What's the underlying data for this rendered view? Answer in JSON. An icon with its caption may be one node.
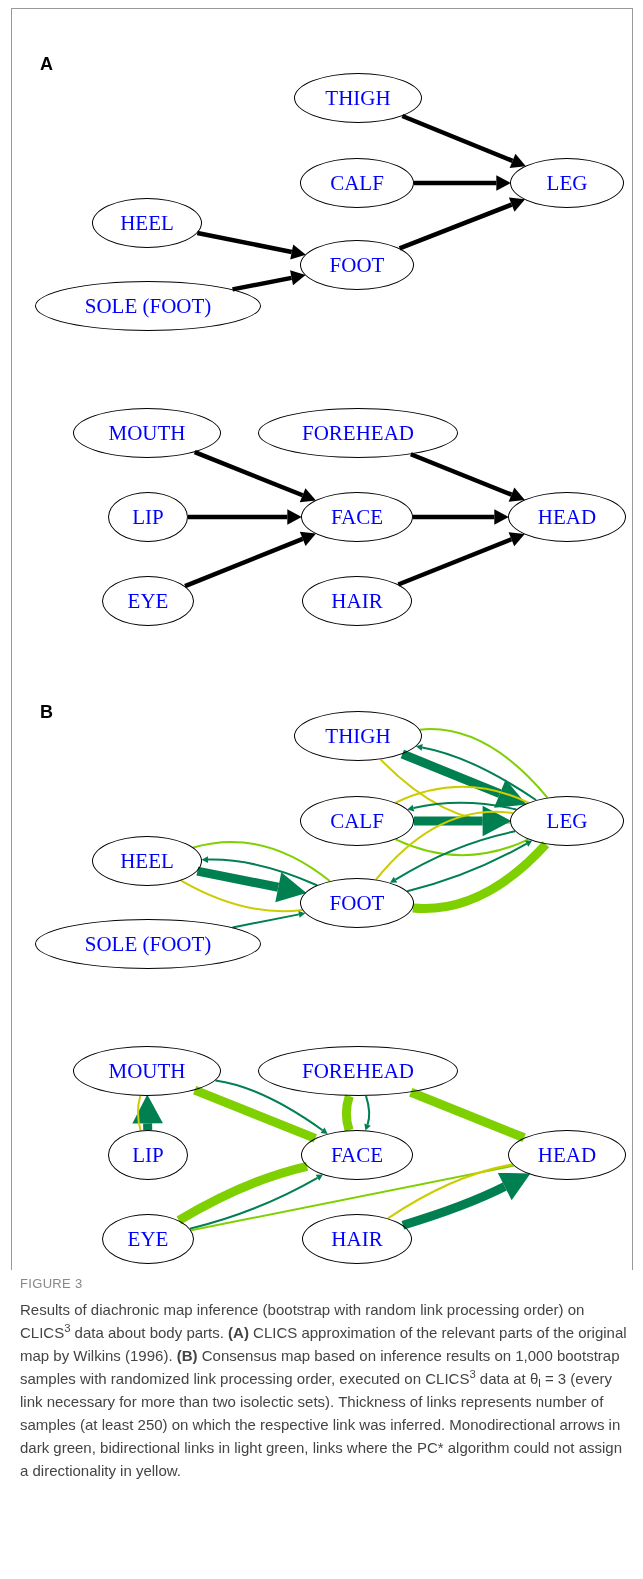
{
  "diagram": {
    "title": "FIGURE 3",
    "caption": "Results of diachronic map inference (bootstrap with random link processing order) on CLICS$^{3}$ data about body parts. **(A)** CLICS approximation of the relevant parts of the original map by Wilkins (1996). **(B)** Consensus map based on inference results on 1,000 bootstrap samples with randomized link processing order, executed on CLICS$^{3}$ data at θ$_{l}$ = 3 (every link necessary for more than two isolectic sets). Thickness of links represents number of samples (at least 250) on which the respective link was inferred. Monodirectional arrows in dark green, bidirectional links in light green, links where the PC* algorithm could not assign a directionality in yellow.",
    "nodes": [
      {
        "text": [
          "THIGH"
        ]
      },
      {
        "text": [
          "CALF"
        ]
      },
      {
        "text": [
          "LEG"
        ]
      },
      {
        "text": [
          "HEEL"
        ]
      },
      {
        "text": [
          "FOOT"
        ]
      },
      {
        "text": [
          "SOLE (FOOT)"
        ]
      },
      {
        "text": [
          "MOUTH"
        ]
      },
      {
        "text": [
          "FOREHEAD"
        ]
      },
      {
        "text": [
          "LIP"
        ]
      },
      {
        "text": [
          "FACE"
        ]
      },
      {
        "text": [
          "HEAD"
        ]
      },
      {
        "text": [
          "EYE"
        ]
      },
      {
        "text": [
          "HAIR"
        ]
      },
      {
        "text": [
          "THIGH"
        ]
      },
      {
        "text": [
          "CALF"
        ]
      },
      {
        "text": [
          "LEG"
        ]
      },
      {
        "text": [
          "HEEL"
        ]
      },
      {
        "text": [
          "FOOT"
        ]
      },
      {
        "text": [
          "SOLE (FOOT)"
        ]
      },
      {
        "text": [
          "MOUTH"
        ]
      },
      {
        "text": [
          "FOREHEAD"
        ]
      },
      {
        "text": [
          "LIP"
        ]
      },
      {
        "text": [
          "FACE"
        ]
      },
      {
        "text": [
          "HEAD"
        ]
      },
      {
        "text": [
          "EYE"
        ]
      },
      {
        "text": [
          "HAIR"
        ]
      }
    ],
    "edges": [
      {
        "from": 0,
        "to": 2,
        "arrow": "to",
        "color": "#000000"
      },
      {
        "from": 1,
        "to": 2,
        "arrow": "to",
        "color": "#000000"
      },
      {
        "from": 3,
        "to": 4,
        "arrow": "to",
        "color": "#000000"
      },
      {
        "from": 5,
        "to": 4,
        "arrow": "to",
        "color": "#000000"
      },
      {
        "from": 4,
        "to": 2,
        "arrow": "to",
        "color": "#000000"
      },
      {
        "from": 6,
        "to": 9,
        "arrow": "to",
        "color": "#000000"
      },
      {
        "from": 7,
        "to": 10,
        "arrow": "to",
        "color": "#000000"
      },
      {
        "from": 8,
        "to": 9,
        "arrow": "to",
        "color": "#000000"
      },
      {
        "from": 9,
        "to": 10,
        "arrow": "to",
        "color": "#000000"
      },
      {
        "from": 11,
        "to": 9,
        "arrow": "to",
        "color": "#000000"
      },
      {
        "from": 12,
        "to": 10,
        "arrow": "to",
        "color": "#000000"
      },
      {
        "from": 13,
        "to": 15,
        "arrow": "to",
        "style": "thick",
        "color": "#007f50"
      },
      {
        "from": 15,
        "to": 13,
        "arrow": "to",
        "color": "#007f50"
      },
      {
        "from": 13,
        "to": 15,
        "arrow": "none",
        "color": "#7fd000"
      },
      {
        "from": 13,
        "to": 15,
        "arrow": "none",
        "color": "#cccc00"
      },
      {
        "from": 14,
        "to": 15,
        "arrow": "to",
        "style": "thick",
        "color": "#007f50"
      },
      {
        "from": 15,
        "to": 14,
        "arrow": "to",
        "color": "#007f50"
      },
      {
        "from": 14,
        "to": 15,
        "arrow": "none",
        "color": "#cccc00"
      },
      {
        "from": 14,
        "to": 15,
        "arrow": "none",
        "color": "#7fd000"
      },
      {
        "from": 16,
        "to": 17,
        "arrow": "to",
        "style": "thick",
        "color": "#007f50"
      },
      {
        "from": 17,
        "to": 16,
        "arrow": "to",
        "color": "#007f50"
      },
      {
        "from": 16,
        "to": 17,
        "arrow": "none",
        "color": "#7fd000"
      },
      {
        "from": 16,
        "to": 17,
        "arrow": "none",
        "color": "#cccc00"
      },
      {
        "from": 18,
        "to": 17,
        "arrow": "to",
        "color": "#007f50"
      },
      {
        "from": 17,
        "to": 15,
        "arrow": "to",
        "color": "#007f50"
      },
      {
        "from": 15,
        "to": 17,
        "arrow": "to",
        "color": "#007f50"
      },
      {
        "from": 17,
        "to": 15,
        "arrow": "none",
        "style": "thick",
        "color": "#7fd000"
      },
      {
        "from": 17,
        "to": 15,
        "arrow": "none",
        "color": "#cccc00"
      },
      {
        "from": 21,
        "to": 19,
        "arrow": "to",
        "style": "thick",
        "color": "#007f50"
      },
      {
        "from": 21,
        "to": 19,
        "arrow": "none",
        "color": "#cccc00"
      },
      {
        "from": 19,
        "to": 22,
        "arrow": "none",
        "style": "thick",
        "color": "#7fd000"
      },
      {
        "from": 19,
        "to": 22,
        "arrow": "to",
        "color": "#007f50"
      },
      {
        "from": 20,
        "to": 22,
        "arrow": "none",
        "style": "thick",
        "color": "#7fd000"
      },
      {
        "from": 20,
        "to": 22,
        "arrow": "to",
        "color": "#007f50"
      },
      {
        "from": 20,
        "to": 23,
        "arrow": "none",
        "style": "thick",
        "color": "#7fd000"
      },
      {
        "from": 24,
        "to": 22,
        "arrow": "none",
        "style": "thick",
        "color": "#7fd000"
      },
      {
        "from": 24,
        "to": 22,
        "arrow": "to",
        "color": "#007f50"
      },
      {
        "from": 24,
        "to": 23,
        "arrow": "none",
        "color": "#7fd000"
      },
      {
        "from": 25,
        "to": 23,
        "arrow": "to",
        "style": "thick",
        "color": "#007f50"
      },
      {
        "from": 25,
        "to": 23,
        "arrow": "none",
        "color": "#cccc00"
      }
    ],
    "labels": [
      "A",
      "B"
    ]
  }
}
